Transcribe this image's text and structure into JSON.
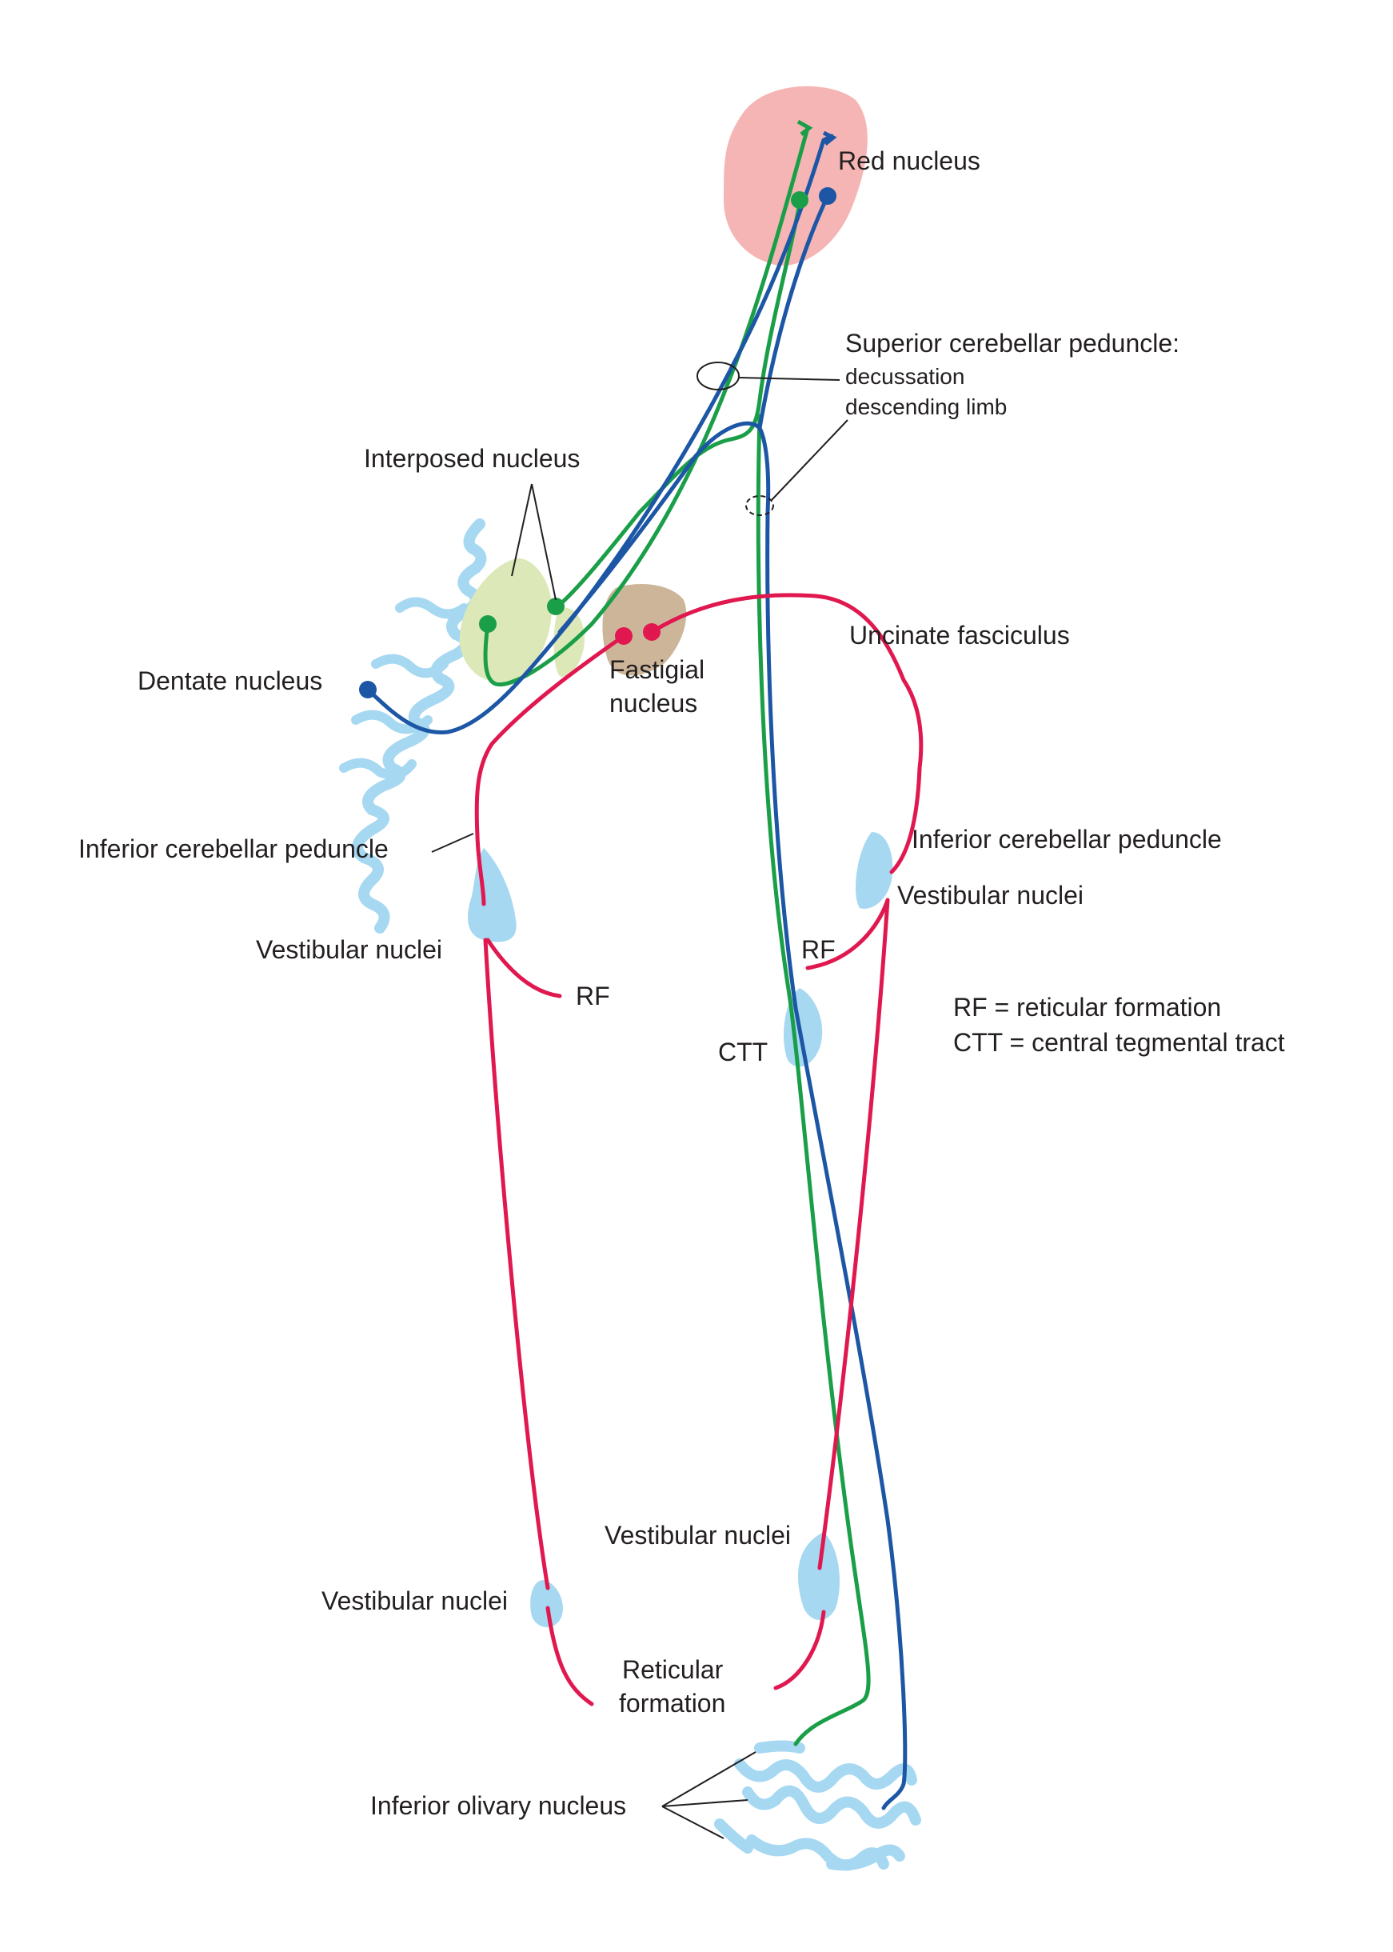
{
  "labels": {
    "red_nucleus": "Red nucleus",
    "scp_title": "Superior cerebellar peduncle:",
    "scp_decussation": "decussation",
    "scp_descending": "descending limb",
    "interposed_nucleus": "Interposed nucleus",
    "uncinate_fasciculus": "Uncinate fasciculus",
    "fastigial_line1": "Fastigial",
    "fastigial_line2": "nucleus",
    "dentate_nucleus": "Dentate nucleus",
    "icp_left": "Inferior cerebellar peduncle",
    "icp_right": "Inferior cerebellar peduncle",
    "vestibular_right_upper": "Vestibular nuclei",
    "vestibular_left_upper": "Vestibular nuclei",
    "rf_right": "RF",
    "rf_left": "RF",
    "legend_rf": "RF = reticular formation",
    "legend_ctt": "CTT = central tegmental tract",
    "ctt": "CTT",
    "vestibular_right_lower": "Vestibular nuclei",
    "vestibular_left_lower": "Vestibular nuclei",
    "reticular_line1": "Reticular",
    "reticular_line2": "formation",
    "inferior_olivary": "Inferior olivary nucleus"
  },
  "colors": {
    "green_tract": "#1a9e48",
    "blue_tract": "#1c56a5",
    "red_tract": "#e0184f",
    "red_nucleus_fill": "#f5b5b5",
    "nucleus_blue_fill": "#a6d8f2",
    "interposed_fill": "#dce8b8",
    "fastigial_fill": "#cdb59a"
  }
}
